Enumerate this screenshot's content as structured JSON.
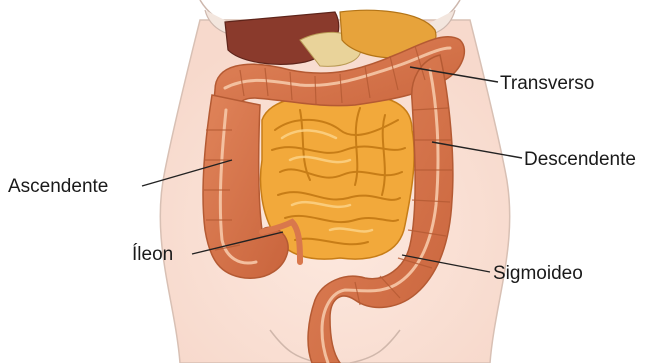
{
  "labels": {
    "transverso": "Transverso",
    "ascendente": "Ascendente",
    "descendente": "Descendente",
    "ileon": "Íleon",
    "sigmoideo": "Sigmoideo"
  },
  "colors": {
    "background": "#ffffff",
    "skin": "#fbe9e0",
    "skin_outline": "#c9b2a7",
    "colon": "#d9774c",
    "colon_dark": "#b45a33",
    "colon_highlight": "#f6c8a8",
    "small_intestine": "#f2a93b",
    "small_intestine_dark": "#c77d17",
    "liver": "#8a3a2c",
    "stomach": "#e7a33b",
    "leader_line": "#222222"
  },
  "icons": {
    "illustration": "abdominal-anatomy-illustration"
  }
}
